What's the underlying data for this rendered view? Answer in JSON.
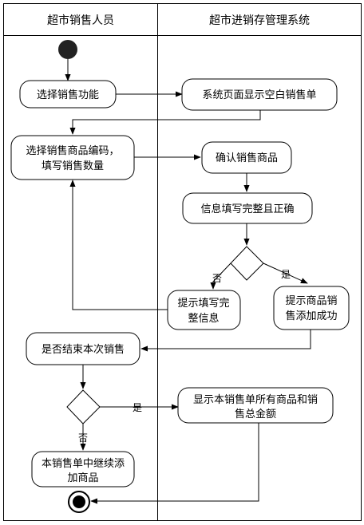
{
  "lanes": {
    "left": "超市销售人员",
    "right": "超市进销存管理系统"
  },
  "nodes": {
    "select_function": [
      "选择销售功能"
    ],
    "show_blank": [
      "系统页面显示空白销售单"
    ],
    "select_product": [
      "选择销售商品编码，",
      "填写销售数量"
    ],
    "confirm_product": [
      "确认销售商品"
    ],
    "info_complete": [
      "信息填写完整且正确"
    ],
    "prompt_complete": [
      "提示填写完",
      "整信息"
    ],
    "prompt_success": [
      "提示商品销",
      "售添加成功"
    ],
    "end_sale_q": [
      "是否结束本次销售"
    ],
    "show_total": [
      "显示本销售单所有商品和销",
      "售总金额"
    ],
    "continue_add": [
      "本销售单中继续添",
      "加商品"
    ]
  },
  "edge_labels": {
    "no1": "否",
    "yes1": "是",
    "yes2": "是",
    "no2": "否"
  }
}
